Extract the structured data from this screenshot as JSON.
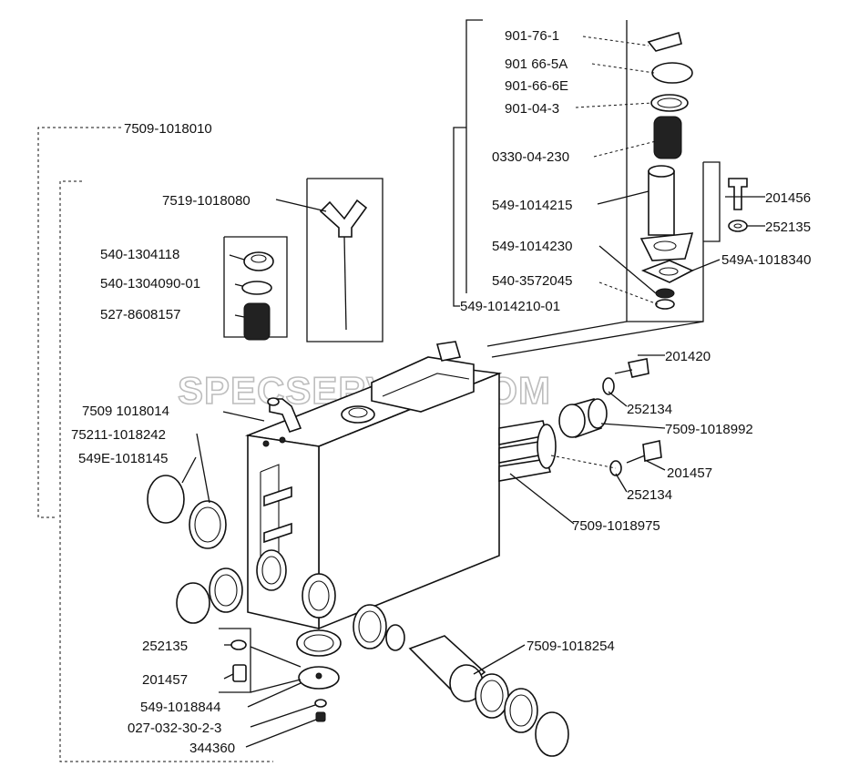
{
  "watermark": "SPECSERVER.COM",
  "labels": {
    "l_901_76_1": "901-76-1",
    "l_901_66_5a": "901 66-5A",
    "l_901_66_6e": "901-66-6E",
    "l_901_04_3": "901-04-3",
    "l_0330_04_230": "0330-04-230",
    "l_549_1014215": "549-1014215",
    "l_549_1014230": "549-1014230",
    "l_540_3572045": "540-3572045",
    "l_549_1014210_01": "549-1014210-01",
    "l_201456": "201456",
    "l_252135_top": "252135",
    "l_549a_1018340": "549A-1018340",
    "l_7509_1018010": "7509-1018010",
    "l_7519_1018080": "7519-1018080",
    "l_540_1304118": "540-1304118",
    "l_540_1304090_01": "540-1304090-01",
    "l_527_8608157": "527-8608157",
    "l_201420": "201420",
    "l_252134_a": "252134",
    "l_7509_1018992": "7509-1018992",
    "l_7509_1018014": "7509 1018014",
    "l_75211_1018242": "75211-1018242",
    "l_549e_1018145": "549E-1018145",
    "l_201457_right": "201457",
    "l_252134_b": "252134",
    "l_7509_1018975": "7509-1018975",
    "l_252135_bottom": "252135",
    "l_201457_bottom": "201457",
    "l_7509_1018254": "7509-1018254",
    "l_549_1018844": "549-1018844",
    "l_027_032_30_2_3": "027-032-30-2-3",
    "l_344360": "344360"
  }
}
